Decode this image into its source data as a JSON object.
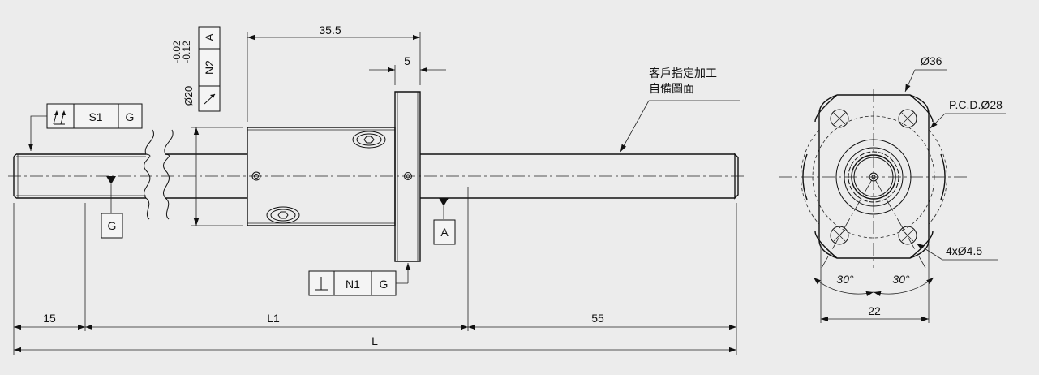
{
  "dimensions": {
    "nut_length": "35.5",
    "flange_width": "5",
    "left_end": "15",
    "l1": "L1",
    "right_end": "55",
    "overall": "L",
    "diameter_tol": "Ø20 -0.02 -0.12",
    "tol_upper": "-0.02",
    "tol_lower": "-0.12",
    "dia_label": "Ø20"
  },
  "note": {
    "line1": "客戶指定加工",
    "line2": "自備圖面"
  },
  "frames": {
    "runout": {
      "value": "S1",
      "datum": "G"
    },
    "perp": {
      "value": "N1",
      "datum": "G"
    },
    "vert": {
      "datum": "A",
      "value": "N2"
    }
  },
  "datums": {
    "g": "G",
    "a": "A"
  },
  "end_view": {
    "dia_outer": "Ø36",
    "pcd": "P.C.D.Ø28",
    "holes": "4xØ4.5",
    "angle_left": "30°",
    "angle_right": "30°",
    "width": "22"
  }
}
